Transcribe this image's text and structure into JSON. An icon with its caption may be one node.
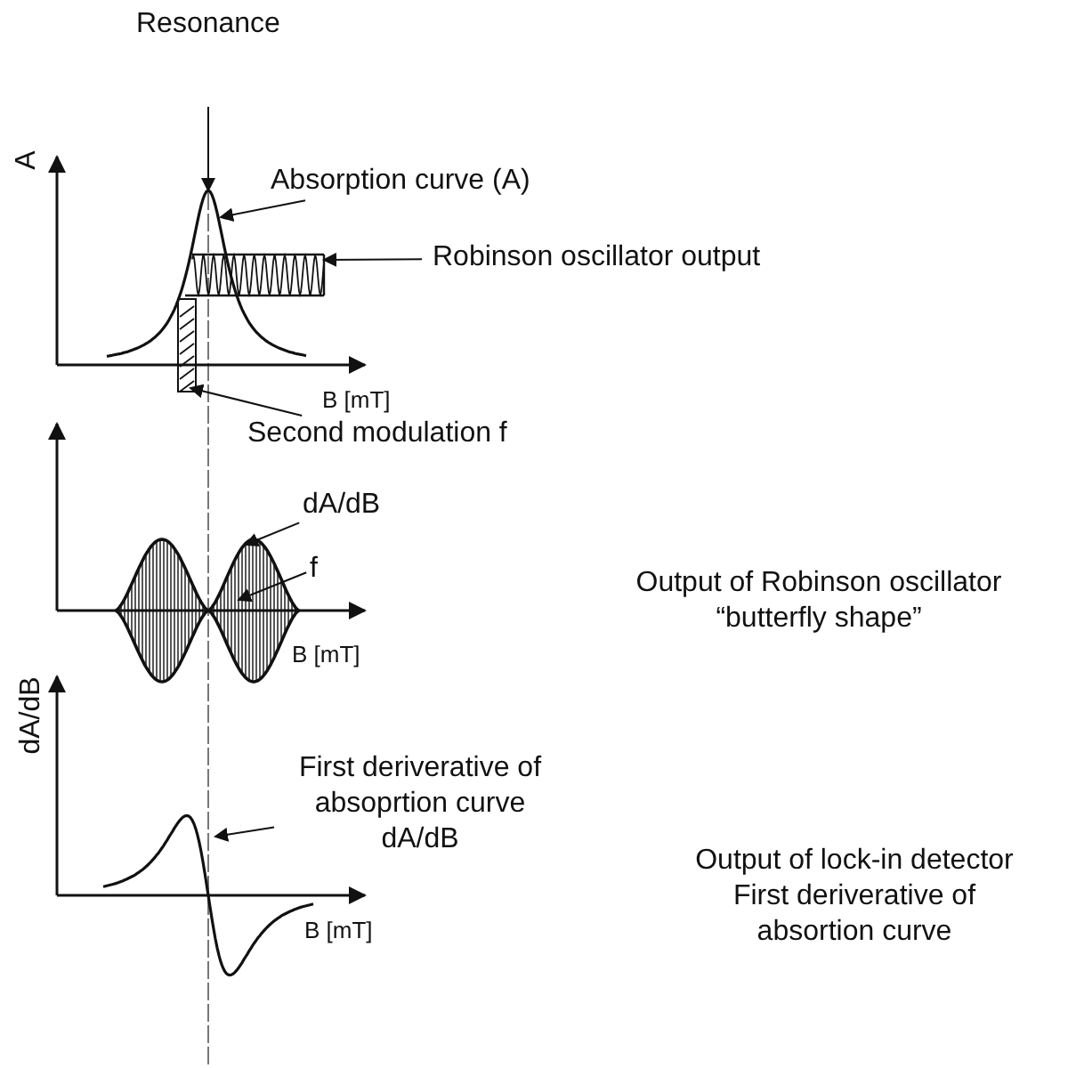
{
  "diagram": {
    "nodes": [
      {
        "text": [
          "Resonance"
        ]
      },
      {
        "text": [
          "Absorption curve (A)"
        ]
      },
      {
        "text": [],
        "shape": "curve"
      },
      {
        "text": [
          "Robinson oscillator output"
        ]
      },
      {
        "text": [],
        "shape": "picture"
      },
      {
        "text": [
          "Second modulation f"
        ]
      },
      {
        "text": [],
        "shape": "picture"
      },
      {
        "text": [
          "dA/dB"
        ]
      },
      {
        "text": [],
        "shape": "picture"
      },
      {
        "text": [
          "f"
        ]
      },
      {
        "text": [
          "First deriverative of absoprtion curve dA/dB"
        ]
      },
      {
        "text": [],
        "shape": "curve"
      }
    ],
    "edges": [
      {
        "from": 0,
        "to": 2,
        "arrow": "to"
      },
      {
        "from": 1,
        "to": 2,
        "arrow": "to"
      },
      {
        "from": 3,
        "to": 4,
        "arrow": "to"
      },
      {
        "from": 5,
        "to": 6,
        "arrow": "to"
      },
      {
        "from": 7,
        "to": 8,
        "arrow": "to"
      },
      {
        "from": 9,
        "to": 8,
        "arrow": "to"
      },
      {
        "from": 10,
        "to": 11,
        "arrow": "to"
      }
    ],
    "labels": [
      "A",
      "B [mT]",
      "Output of Robinson oscillator “butterfly shape”",
      "B [mT]",
      "dA/dB",
      "Output of lock-in detector First deriverative of absortion curve",
      "B [mT]"
    ]
  }
}
